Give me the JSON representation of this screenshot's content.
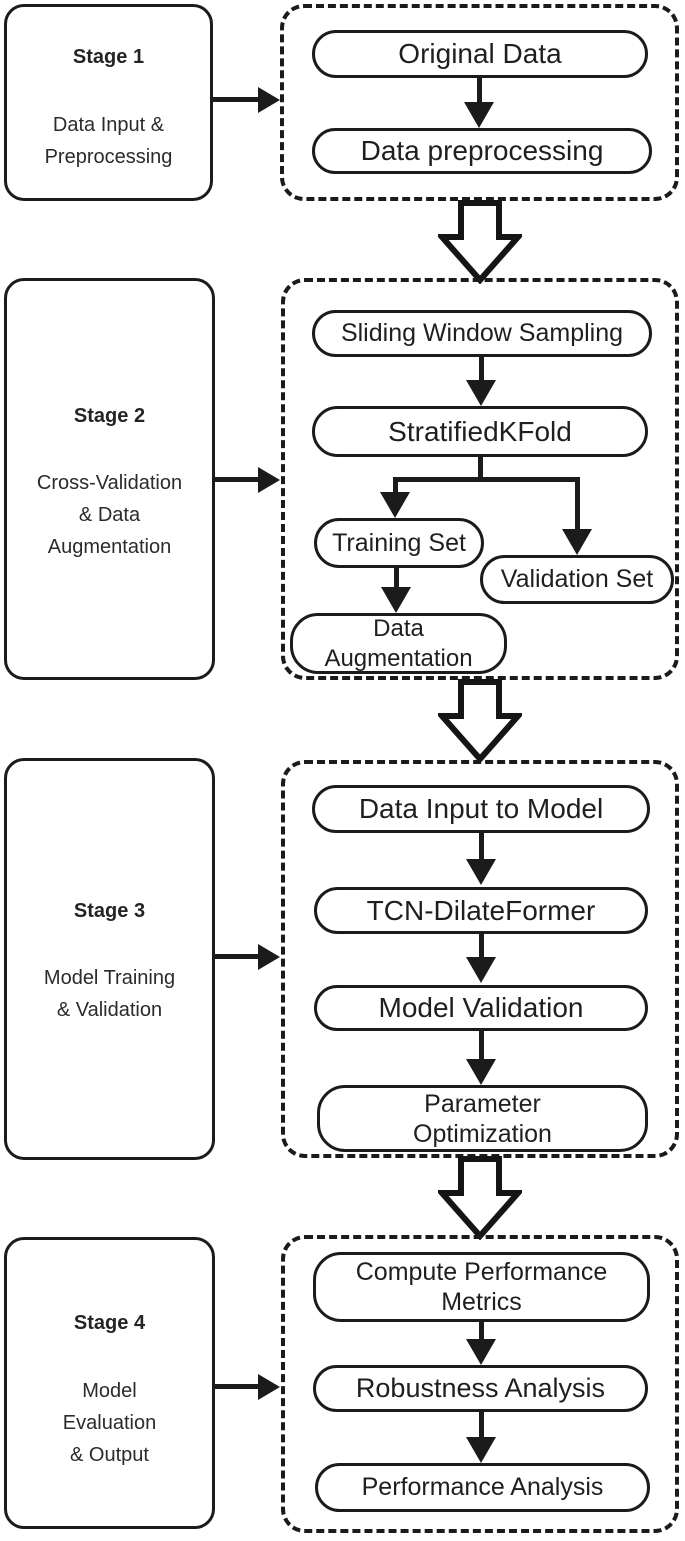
{
  "colors": {
    "ink": "#1b1b1b",
    "background": "#ffffff"
  },
  "stages": [
    {
      "title": "Stage 1",
      "subtitle_lines": [
        "Data Input &",
        "Preprocessing"
      ]
    },
    {
      "title": "Stage 2",
      "subtitle_lines": [
        "Cross-Validation",
        "& Data",
        "Augmentation"
      ]
    },
    {
      "title": "Stage 3",
      "subtitle_lines": [
        "Model Training",
        "& Validation"
      ]
    },
    {
      "title": "Stage 4",
      "subtitle_lines": [
        "Model",
        "Evaluation",
        "& Output"
      ]
    }
  ],
  "panels": [
    {
      "nodes": {
        "original_data": "Original Data",
        "data_preprocessing": "Data preprocessing"
      }
    },
    {
      "nodes": {
        "sliding_window_sampling": "Sliding Window Sampling",
        "stratified_kfold": "StratifiedKFold",
        "training_set": "Training Set",
        "validation_set": "Validation Set",
        "data_augmentation_lines": [
          "Data",
          "Augmentation"
        ]
      }
    },
    {
      "nodes": {
        "data_input_to_model": "Data Input to Model",
        "tcn_dilateformer": "TCN-DilateFormer",
        "model_validation": "Model Validation",
        "parameter_optimization_lines": [
          "Parameter",
          "Optimization"
        ]
      }
    },
    {
      "nodes": {
        "compute_performance_metrics_lines": [
          "Compute Performance",
          "Metrics"
        ],
        "robustness_analysis": "Robustness Analysis",
        "performance_analysis": "Performance Analysis"
      }
    }
  ]
}
